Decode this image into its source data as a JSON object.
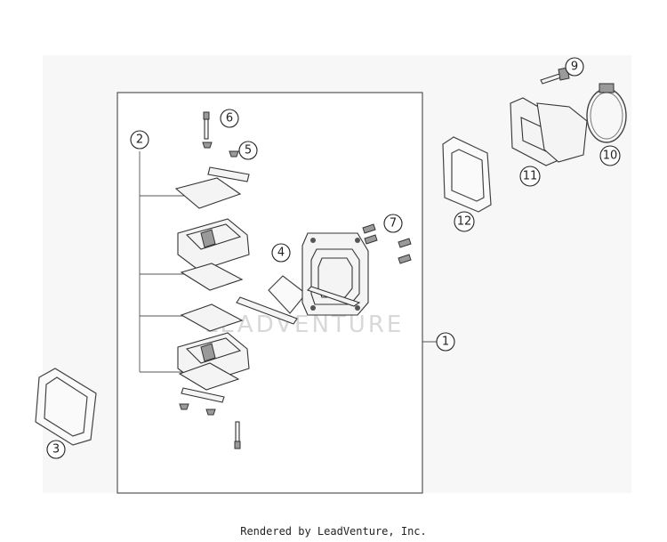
{
  "watermark": "LEADVENTURE",
  "footer": "Rendered by LeadVenture, Inc.",
  "callouts": [
    "1",
    "2",
    "3",
    "4",
    "5",
    "6",
    "7",
    "9",
    "10",
    "11",
    "12"
  ]
}
